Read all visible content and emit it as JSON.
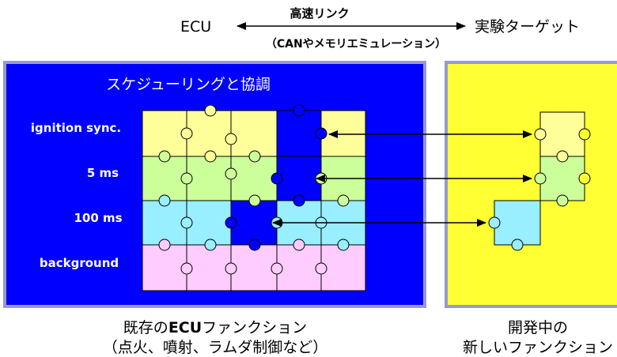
{
  "header": {
    "left_label": "ECU",
    "link_label": "高速リンク",
    "link_sub": "（CANやメモリエミュレーション）",
    "right_label": "実験ターゲット"
  },
  "ecu_panel": {
    "title": "スケジューリングと協調",
    "rows": [
      {
        "label": "ignition sync.",
        "color": "#ffff99"
      },
      {
        "label": "5 ms",
        "color": "#ccff99"
      },
      {
        "label": "100 ms",
        "color": "#99eeff"
      },
      {
        "label": "background",
        "color": "#ffccff"
      }
    ],
    "bg_color": "#0000ff"
  },
  "target_panel": {
    "bg_color": "#ffff33"
  },
  "captions": {
    "left_line1_pre": "既存の",
    "left_line1_bold": "ECU",
    "left_line1_post": "ファンクション",
    "left_line2": "（点火、噴射、ラムダ制御など）",
    "right_line1": "開発中の",
    "right_line2": "新しいファンクション"
  }
}
